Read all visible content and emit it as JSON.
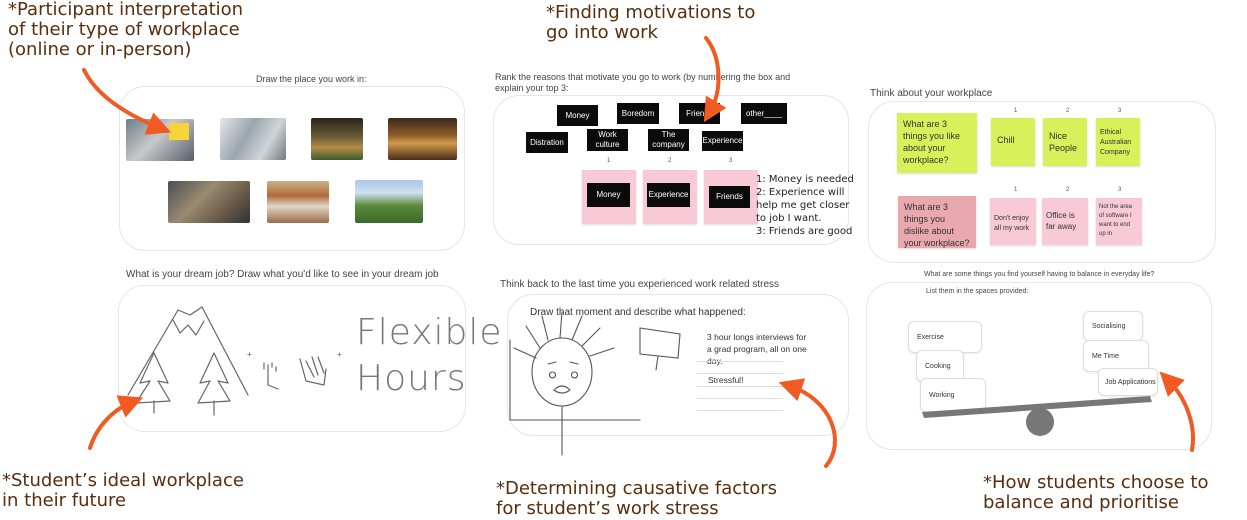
{
  "annotations": {
    "workplace_type": [
      "*Participant interpretation",
      "of their type of workplace",
      "(online or in-person)"
    ],
    "motivations": [
      "*Finding motivations to",
      "go into work"
    ],
    "ideal_workplace": [
      "*Student’s ideal workplace",
      "in their future"
    ],
    "stress_factors": [
      "*Determining causative factors",
      "for student’s work stress"
    ],
    "balance": [
      "*How students choose to",
      "balance and prioritise"
    ]
  },
  "panel_workplace": {
    "title": "Draw the place you work in:"
  },
  "panel_motivation": {
    "title": [
      "Rank the reasons that motivate you go to work (by numbering the box and",
      "explain your top 3:"
    ],
    "tags": [
      "Money",
      "Boredom",
      "Friends",
      "other____",
      "Distration",
      "Work culture",
      "The company",
      "Experience"
    ],
    "rank_numbers": [
      "1",
      "2",
      "3"
    ],
    "ranked": [
      "Money",
      "Experience",
      "Friends"
    ],
    "explanation": [
      "1: Money is needed",
      "2: Experience will",
      "help me get closer",
      "to job I want.",
      "3: Friends are good"
    ]
  },
  "panel_think": {
    "title": "Think about your workplace",
    "like_question": [
      "What are 3",
      "things you like",
      "about your",
      "workplace?"
    ],
    "like_numbers": [
      "1",
      "2",
      "3"
    ],
    "likes": [
      [
        "Chill"
      ],
      [
        "Nice",
        "People"
      ],
      [
        "Ethical",
        "Australian",
        "Company"
      ]
    ],
    "dislike_question": [
      "What are 3",
      "things you",
      "dislike about",
      "your workplace?"
    ],
    "dislike_numbers": [
      "1",
      "2",
      "3"
    ],
    "dislikes": [
      [
        "Don't enjoy",
        "all my work"
      ],
      [
        "Office is",
        "far away"
      ],
      [
        "Not the area",
        "of software I",
        "want to end",
        "up in"
      ]
    ]
  },
  "panel_dream": {
    "title": "What is your dream job? Draw what you'd like to see in your dream job",
    "drawing_text": [
      "Flexible",
      "Hours"
    ],
    "plus": "+"
  },
  "panel_stress": {
    "title": "Think back to the last time you experienced work related stress",
    "prompt": "Draw that moment and describe what happened:",
    "description": [
      "3 hour longs interviews for",
      "a grad program, all on one",
      "day."
    ],
    "feeling": "Stressful!"
  },
  "panel_balance": {
    "title": "What are some things you find yourself having to balance in everyday life?",
    "subtitle": "List them in the spaces provided:",
    "left_items": [
      "Exercise",
      "Cooking",
      "Working"
    ],
    "right_items": [
      "Socialising",
      "Me Time",
      "Job Applications"
    ]
  },
  "colors": {
    "arrow": "#f15a22",
    "annotation_text": "#5a2d0c",
    "sticky_green": "#d8f05a",
    "sticky_pink": "#f8c9d6",
    "sticky_rose": "#e9a8ae",
    "seesaw": "#777777"
  }
}
